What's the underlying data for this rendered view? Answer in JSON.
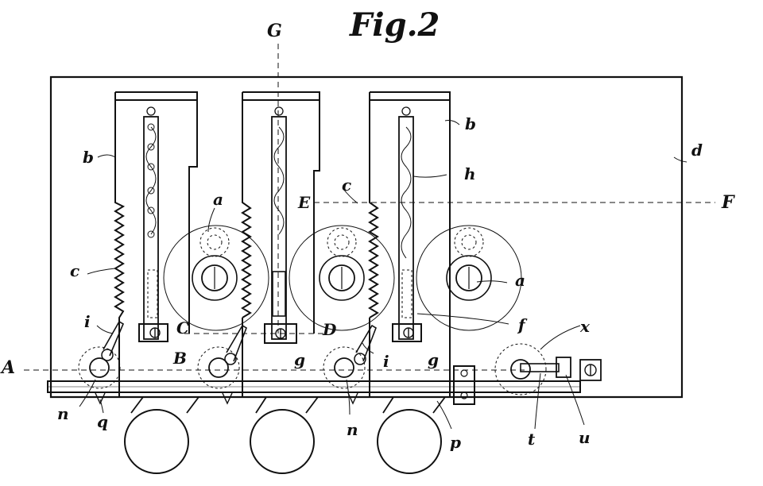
{
  "figure": {
    "title": "Fig.2",
    "labels": {
      "a_top": "a",
      "a_right": "a",
      "b_left": "b",
      "b_right": "b",
      "c_left": "c",
      "c_mid": "c",
      "d": "d",
      "f": "f",
      "g_mid": "g",
      "g_right": "g",
      "h": "h",
      "i_left": "i",
      "i_right": "i",
      "n_left": "n",
      "n_mid": "n",
      "p": "p",
      "q": "q",
      "t": "t",
      "u": "u",
      "x": "x",
      "A": "A",
      "B": "B",
      "C": "C",
      "D": "D",
      "E": "E",
      "F": "F",
      "G": "G"
    }
  }
}
